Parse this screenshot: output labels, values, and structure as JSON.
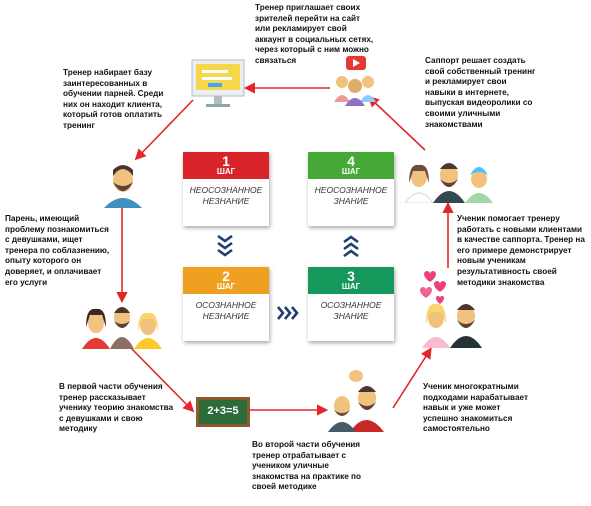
{
  "steps": [
    {
      "number": "1",
      "step": "ШАГ",
      "label": "НЕОСОЗНАННОЕ НЕЗНАНИЕ",
      "color": "#d9232a"
    },
    {
      "number": "2",
      "step": "ШАГ",
      "label": "ОСОЗНАННОЕ НЕЗНАНИЕ",
      "color": "#f0a020"
    },
    {
      "number": "3",
      "step": "ШАГ",
      "label": "ОСОЗНАННОЕ ЗНАНИЕ",
      "color": "#16975c"
    },
    {
      "number": "4",
      "step": "ШАГ",
      "label": "НЕОСОЗНАННОЕ ЗНАНИЕ",
      "color": "#45a837"
    }
  ],
  "captions": {
    "top": "Тренер приглашает своих зрителей перейти на сайт или рекламирует свой аккаунт в социальных сетях, через который с ним можно связаться",
    "top_left": "Тренер набирает базу заинтересованных в обучении парней. Среди них он находит клиента, который готов оплатить тренинг",
    "left": "Парень, имеющий проблему познакомиться с девушками, ищет тренера по соблазнению, опыту которого он доверяет, и оплачивает его услуги",
    "bottom_left": "В первой части обучения тренер рассказывает ученику теорию знакомства с девушками и свою методику",
    "bottom": "Во второй части обучения тренер отрабатывает с учеником уличные знакомства на практике по своей методике",
    "bottom_right": "Ученик многократными подходами нарабатывает навык и уже может успешно знакомиться самостоятельно",
    "right": "Ученик помогает тренеру работать с новыми клиентами в качестве саппорта. Тренер на его примере демонстрирует новым ученикам результативность своей методики знакомства",
    "top_right": "Саппорт решает создать свой собственный тренинг и рекламирует свои навыки в интернете, выпуская видеоролики со своими уличными знакомствами"
  },
  "chalkboard": {
    "formula": "2+3=5"
  },
  "icons": [
    "monitor-icon",
    "youtube-icon",
    "people-icon",
    "man-icon",
    "trio-icon",
    "chalkboard-icon",
    "hearts-icon",
    "couple-icon"
  ],
  "colors": {
    "arrow": "#e3262a",
    "chevron": "#1d3e6e"
  }
}
